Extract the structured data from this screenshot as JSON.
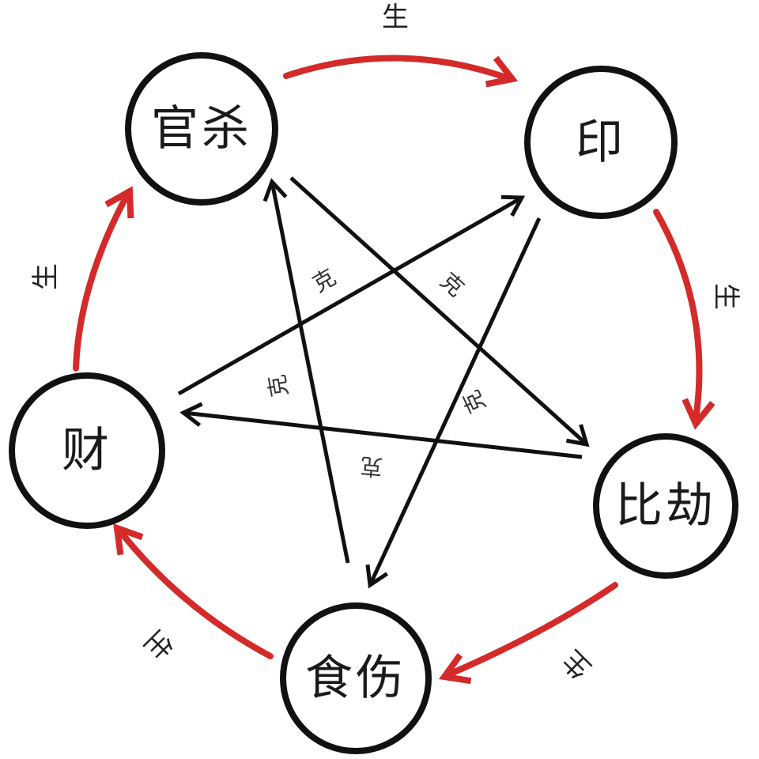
{
  "diagram": {
    "nodes": [
      {
        "id": "guansha",
        "label": "官杀"
      },
      {
        "id": "yin",
        "label": "印"
      },
      {
        "id": "bijie",
        "label": "比劫"
      },
      {
        "id": "shishang",
        "label": "食伤"
      },
      {
        "id": "cai",
        "label": "财"
      }
    ],
    "generate_label": "生",
    "control_label": "克",
    "generate_edges": [
      {
        "from": "guansha",
        "to": "yin",
        "label": "生"
      },
      {
        "from": "yin",
        "to": "bijie",
        "label": "生"
      },
      {
        "from": "bijie",
        "to": "shishang",
        "label": "生"
      },
      {
        "from": "shishang",
        "to": "cai",
        "label": "生"
      },
      {
        "from": "cai",
        "to": "guansha",
        "label": "生"
      }
    ],
    "control_edges": [
      {
        "from": "guansha",
        "to": "bijie",
        "label": "克"
      },
      {
        "from": "yin",
        "to": "shishang",
        "label": "克"
      },
      {
        "from": "bijie",
        "to": "cai",
        "label": "克"
      },
      {
        "from": "shishang",
        "to": "guansha",
        "label": "克"
      },
      {
        "from": "cai",
        "to": "yin",
        "label": "克"
      }
    ],
    "colors": {
      "generate": "#d42a2a",
      "control": "#111111",
      "node_border": "#111111"
    }
  }
}
